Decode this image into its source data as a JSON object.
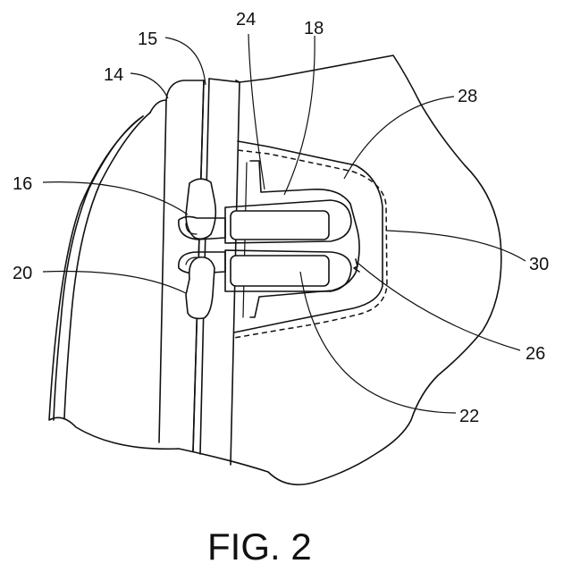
{
  "figure": {
    "caption": "FIG. 2",
    "reference_numerals": {
      "r14": "14",
      "r15": "15",
      "r16": "16",
      "r18": "18",
      "r20": "20",
      "r22": "22",
      "r24": "24",
      "r26": "26",
      "r28": "28",
      "r30": "30"
    }
  }
}
